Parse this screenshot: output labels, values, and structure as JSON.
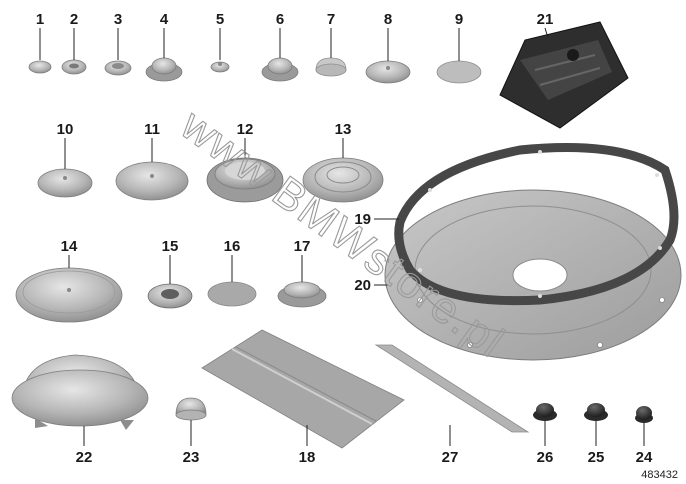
{
  "watermark": "www.BMWstore.pl",
  "diagram_number": "483432",
  "callouts": {
    "c1": "1",
    "c2": "2",
    "c3": "3",
    "c4": "4",
    "c5": "5",
    "c6": "6",
    "c7": "7",
    "c8": "8",
    "c9": "9",
    "c10": "10",
    "c11": "11",
    "c12": "12",
    "c13": "13",
    "c14": "14",
    "c15": "15",
    "c16": "16",
    "c17": "17",
    "c18": "18",
    "c19": "19",
    "c20": "20",
    "c21": "21",
    "c22": "22",
    "c23": "23",
    "c24": "24",
    "c25": "25",
    "c26": "26",
    "c27": "27"
  },
  "colors": {
    "part_fill": "#b9b9b9",
    "part_edge": "#7d7d7d",
    "dark_part": "#3a3a3a",
    "gasket": "#4a4a4a"
  }
}
